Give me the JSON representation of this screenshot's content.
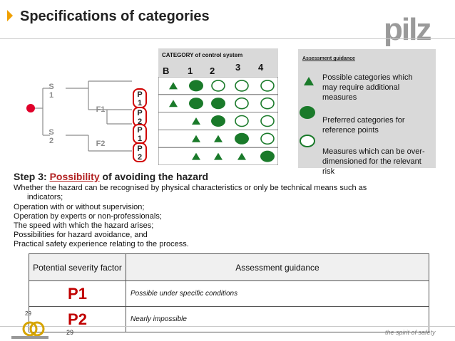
{
  "header": {
    "title": "Specifications of categories",
    "brand": "pilz"
  },
  "category_table": {
    "title": "CATEGORY of control system",
    "columns": [
      "B",
      "1",
      "2",
      "3",
      "4"
    ],
    "rows": [
      [
        "triangle",
        "filled",
        "open",
        "open",
        "open"
      ],
      [
        "triangle",
        "filled",
        "filled",
        "open",
        "open"
      ],
      [
        "",
        "triangle",
        "filled",
        "open",
        "open"
      ],
      [
        "",
        "triangle",
        "triangle",
        "filled",
        "open"
      ],
      [
        "",
        "triangle",
        "triangle",
        "triangle",
        "filled"
      ]
    ]
  },
  "tree": {
    "s1": "S\n1",
    "s2": "S\n2",
    "f1": "F1",
    "f2": "F2",
    "p_nodes": [
      "P\n1",
      "P\n2",
      "P\n1",
      "P\n2"
    ]
  },
  "assessment_guidance": {
    "title": "Assessment guidance",
    "items": [
      {
        "symbol": "triangle",
        "text": "Possible categories which may require additional measures"
      },
      {
        "symbol": "filled",
        "text": "Preferred categories for reference points"
      },
      {
        "symbol": "open",
        "text": "Measures which can be over-dimensioned for the relevant risk"
      }
    ]
  },
  "step": {
    "prefix": "Step 3: ",
    "highlight": "Possibility",
    "suffix": " of avoiding the hazard",
    "lines": [
      "Whether the hazard can be recognised by physical characteristics or only be technical means such as",
      "indicators;",
      "Operation with or without supervision;",
      "Operation by experts or non-professionals;",
      "The speed with which the hazard arises;",
      "Possibilities for hazard avoidance, and",
      "Practical safety experience relating to the process."
    ]
  },
  "factor_table": {
    "headers": [
      "Potential severity factor",
      "Assessment guidance"
    ],
    "rows": [
      {
        "factor": "P1",
        "guidance": "Possible under specific conditions"
      },
      {
        "factor": "P2",
        "guidance": "Nearly impossible"
      }
    ]
  },
  "footer": {
    "page": "29",
    "page_small": "29",
    "tagline": "the spirit of safety"
  },
  "colors": {
    "green": "#1a7a2a",
    "red": "#d00000",
    "accent": "#f0a000",
    "gray": "#d9d9d9"
  }
}
